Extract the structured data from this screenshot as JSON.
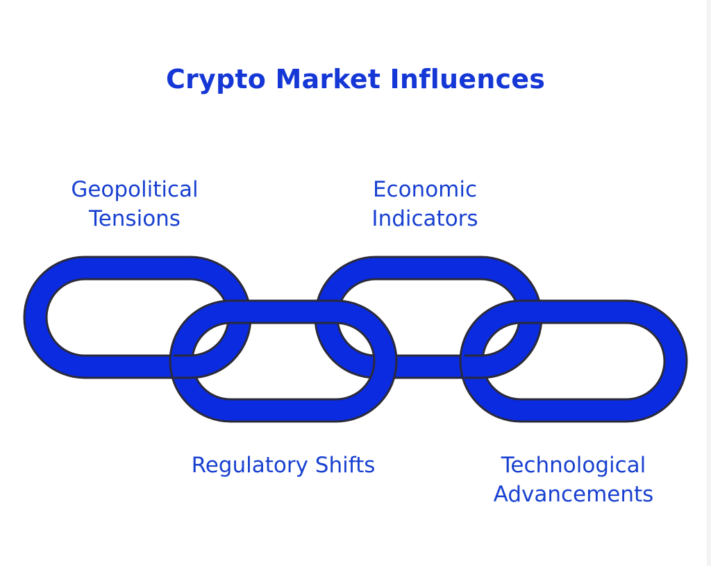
{
  "title": "Crypto Market Influences",
  "colors": {
    "title": "#1537d6",
    "label": "#1840d0",
    "link_fill": "#0a2be0",
    "link_outline": "#2a2a3a",
    "background": "#ffffff"
  },
  "links": [
    {
      "id": "geopolitical",
      "label_lines": [
        "Geopolitical",
        "Tensions"
      ],
      "label_position": "above"
    },
    {
      "id": "regulatory",
      "label_lines": [
        "Regulatory Shifts"
      ],
      "label_position": "below"
    },
    {
      "id": "economic",
      "label_lines": [
        "Economic",
        "Indicators"
      ],
      "label_position": "above"
    },
    {
      "id": "technological",
      "label_lines": [
        "Technological",
        "Advancements"
      ],
      "label_position": "below"
    }
  ]
}
